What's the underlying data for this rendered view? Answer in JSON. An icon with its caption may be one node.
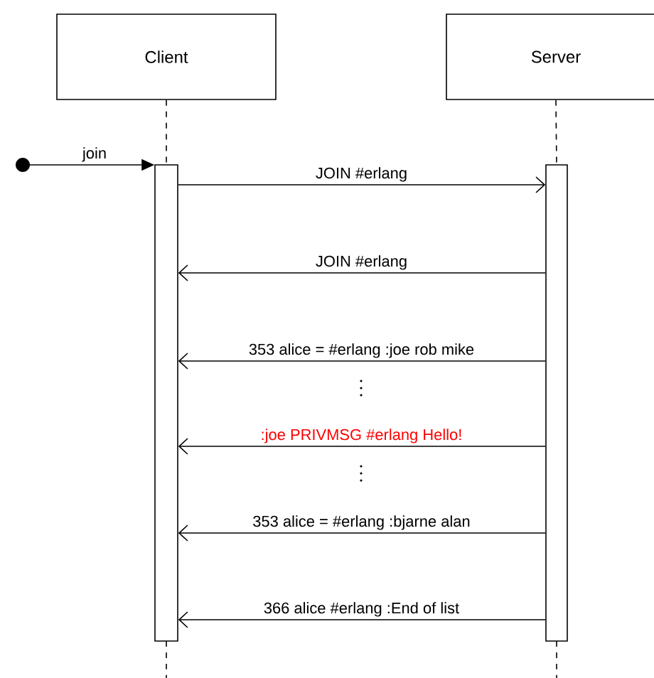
{
  "diagram": {
    "nodes": [
      {
        "text": [
          "Client"
        ]
      },
      {
        "text": [
          "Server"
        ]
      },
      {
        "text": [],
        "shape": "bar"
      },
      {
        "text": [],
        "shape": "bar"
      },
      {
        "text": [],
        "shape": "circle"
      }
    ],
    "edges": [
      {
        "from": 0,
        "to": 2,
        "arrow": "none",
        "style": "dashed"
      },
      {
        "from": 1,
        "to": 3,
        "arrow": "none",
        "style": "dashed"
      },
      {
        "from": 4,
        "to": 2,
        "arrow": "to",
        "label": "join"
      },
      {
        "from": 2,
        "to": 3,
        "arrow": "to",
        "label": "JOIN #erlang"
      },
      {
        "from": 3,
        "to": 2,
        "arrow": "to",
        "label": "JOIN #erlang"
      },
      {
        "from": 3,
        "to": 2,
        "arrow": "to",
        "label": "353 alice = #erlang :joe rob mike"
      },
      {
        "from": 3,
        "to": 2,
        "arrow": "to",
        "label": ":joe PRIVMSG #erlang Hello!"
      },
      {
        "from": 3,
        "to": 2,
        "arrow": "to",
        "label": "353 alice = #erlang :bjarne alan"
      },
      {
        "from": 3,
        "to": 2,
        "arrow": "to",
        "label": "366 alice #erlang :End of list"
      }
    ]
  }
}
